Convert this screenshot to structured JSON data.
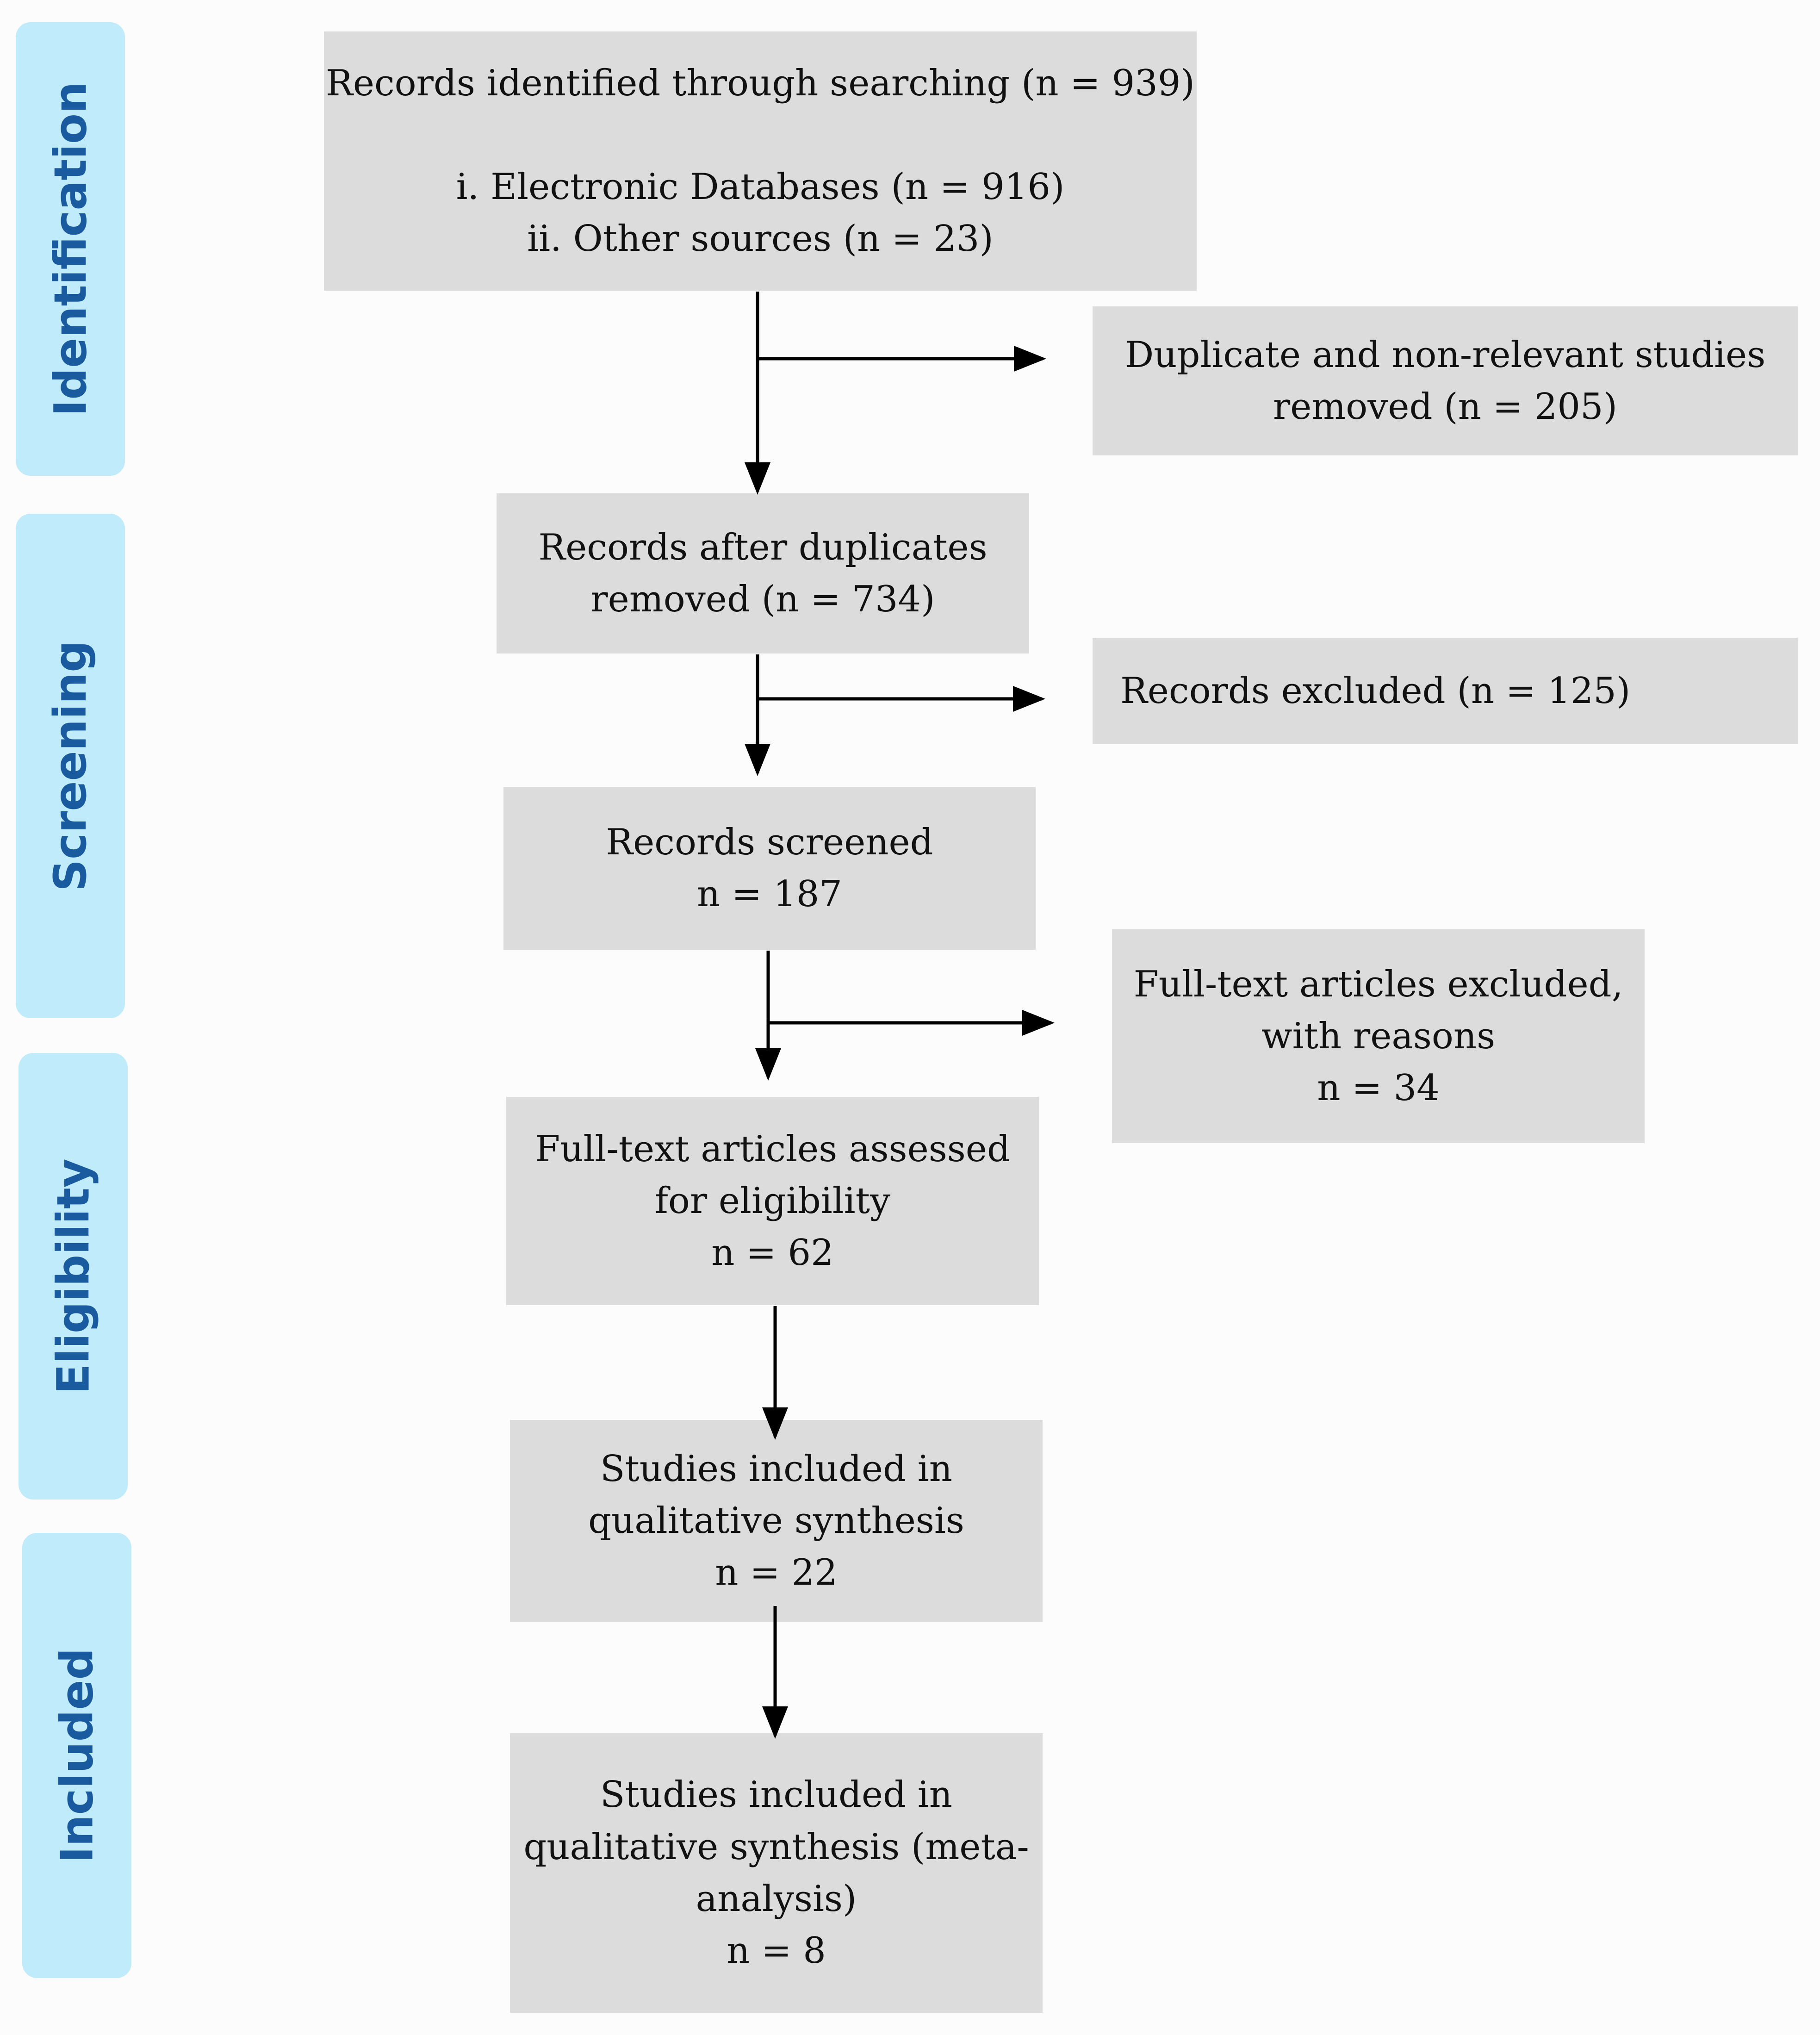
{
  "phases": {
    "identification": "Identification",
    "screening": "Screening",
    "eligibility": "Eligibility",
    "included": "Included"
  },
  "boxes": {
    "records_identified": {
      "title": "Records identified through searching (n = 939)",
      "source_1": "i. Electronic Databases (n = 916)",
      "source_2": "ii. Other sources (n = 23)"
    },
    "duplicates_removed": {
      "line_1": "Duplicate and non-relevant studies",
      "line_2": "removed (n = 205)"
    },
    "after_duplicates": {
      "line_1": "Records after duplicates",
      "line_2": "removed (n = 734)"
    },
    "records_excluded": {
      "line_1": "Records excluded (n = 125)"
    },
    "records_screened": {
      "line_1": "Records screened",
      "line_2": "n = 187"
    },
    "fulltext_excluded": {
      "line_1": "Full-text articles excluded,",
      "line_2": "with reasons",
      "line_3": "n = 34"
    },
    "fulltext_assessed": {
      "line_1": "Full-text articles assessed",
      "line_2": "for eligibility",
      "line_3": "n = 62"
    },
    "qualitative": {
      "line_1": "Studies included in",
      "line_2": "qualitative synthesis",
      "line_3": "n = 22"
    },
    "meta_analysis": {
      "line_1": "Studies included in",
      "line_2": "qualitative synthesis (meta-",
      "line_3": "analysis)",
      "line_4": "n = 8"
    }
  },
  "colors": {
    "phase_fill": "#c0ebfb",
    "phase_text": "#1a5a9e",
    "box_fill": "#dcdcdc",
    "arrow": "#000000"
  }
}
